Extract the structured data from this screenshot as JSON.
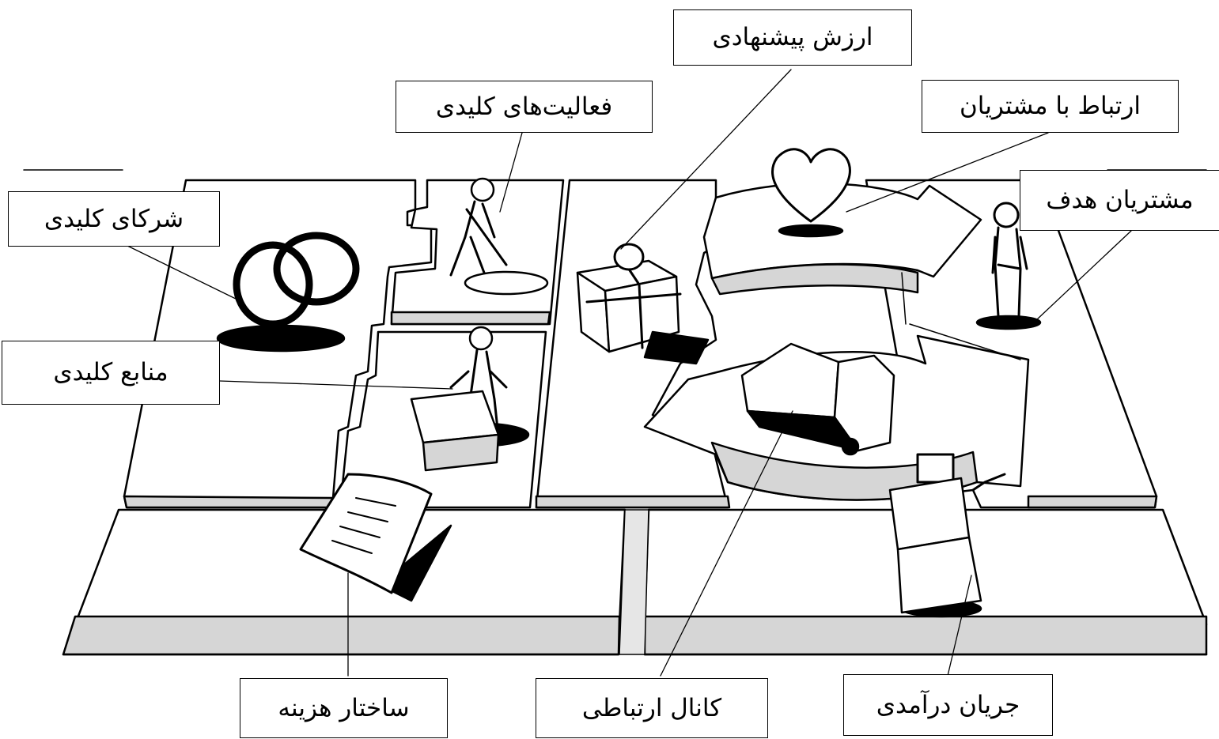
{
  "labels": {
    "value_proposition": "ارزش پیشنهادی",
    "key_activities": "فعالیت‌های کلیدی",
    "customer_relationships": "ارتباط با مشتریان",
    "key_partners": "شرکای کلیدی",
    "customer_segments": "مشتریان هدف",
    "key_resources": "منابع کلیدی",
    "cost_structure": "ساختار هزینه",
    "channels": "کانال ارتباطی",
    "revenue_streams": "جریان درآمدی"
  },
  "icons": {
    "key_partners": "interlocked-rings-icon",
    "key_activities": "person-digging-icon",
    "key_resources": "person-with-machine-icon",
    "value_proposition": "gift-box-icon",
    "customer_relationships": "heart-icon",
    "channels": "delivery-truck-icon",
    "customer_segments": "standing-person-icon",
    "cost_structure": "invoice-paper-icon",
    "revenue_streams": "cash-register-icon"
  },
  "colors": {
    "line": "#000000",
    "shade": "#d6d6d6",
    "board": "#ffffff"
  }
}
